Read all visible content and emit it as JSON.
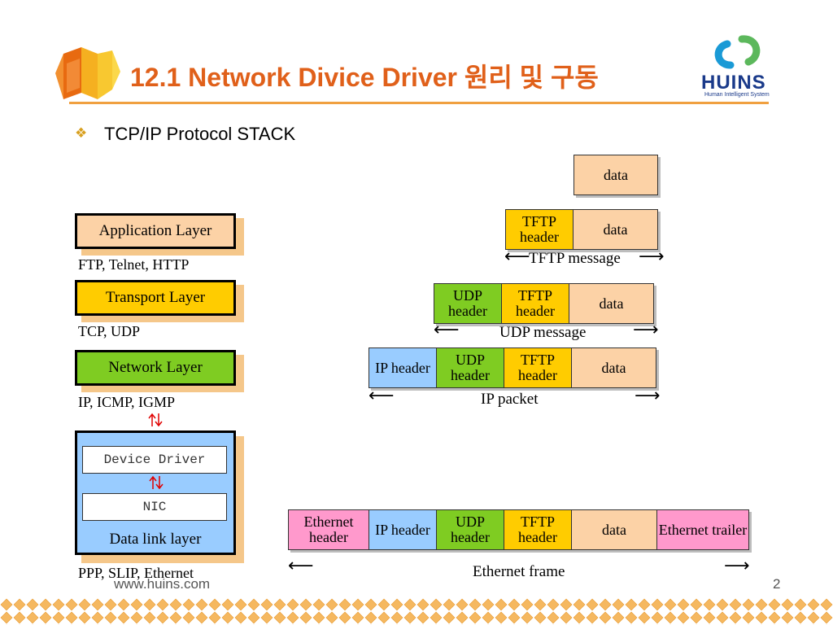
{
  "title": "12.1 Network Divice Driver 원리 및 구동",
  "brand": {
    "name": "HUINS",
    "tagline": "Human Intelligent System"
  },
  "subtitle": "TCP/IP Protocol STACK",
  "colors": {
    "title": "#e0601a",
    "data": "#fcd2a6",
    "tftp": "#ffcc00",
    "udp": "#7fcc22",
    "ip": "#99ccff",
    "ethernet": "#ff99cc"
  },
  "layers": {
    "application": {
      "label": "Application Layer",
      "protocols": "FTP, Telnet, HTTP"
    },
    "transport": {
      "label": "Transport Layer",
      "protocols": "TCP, UDP"
    },
    "network": {
      "label": "Network Layer",
      "protocols": "IP, ICMP, IGMP"
    },
    "datalink": {
      "device_driver": "Device Driver",
      "nic": "NIC",
      "label": "Data link layer",
      "protocols": "PPP, SLIP, Ethernet"
    }
  },
  "encapsulation": {
    "data": "data",
    "tftp_message": {
      "tftp_header": "TFTP header",
      "data": "data",
      "caption": "TFTP  message"
    },
    "udp_message": {
      "udp_header": "UDP header",
      "tftp_header": "TFTP header",
      "data": "data",
      "caption": "UDP  message"
    },
    "ip_packet": {
      "ip_header": "IP header",
      "udp_header": "UDP header",
      "tftp_header": "TFTP header",
      "data": "data",
      "caption": "IP  packet"
    },
    "ethernet_frame": {
      "eth_header": "Ethernet header",
      "ip_header": "IP header",
      "udp_header": "UDP header",
      "tftp_header": "TFTP header",
      "data": "data",
      "eth_trailer": "Ethernet trailer",
      "caption": "Ethernet frame"
    }
  },
  "footer": {
    "url": "www.huins.com",
    "page": "2"
  }
}
